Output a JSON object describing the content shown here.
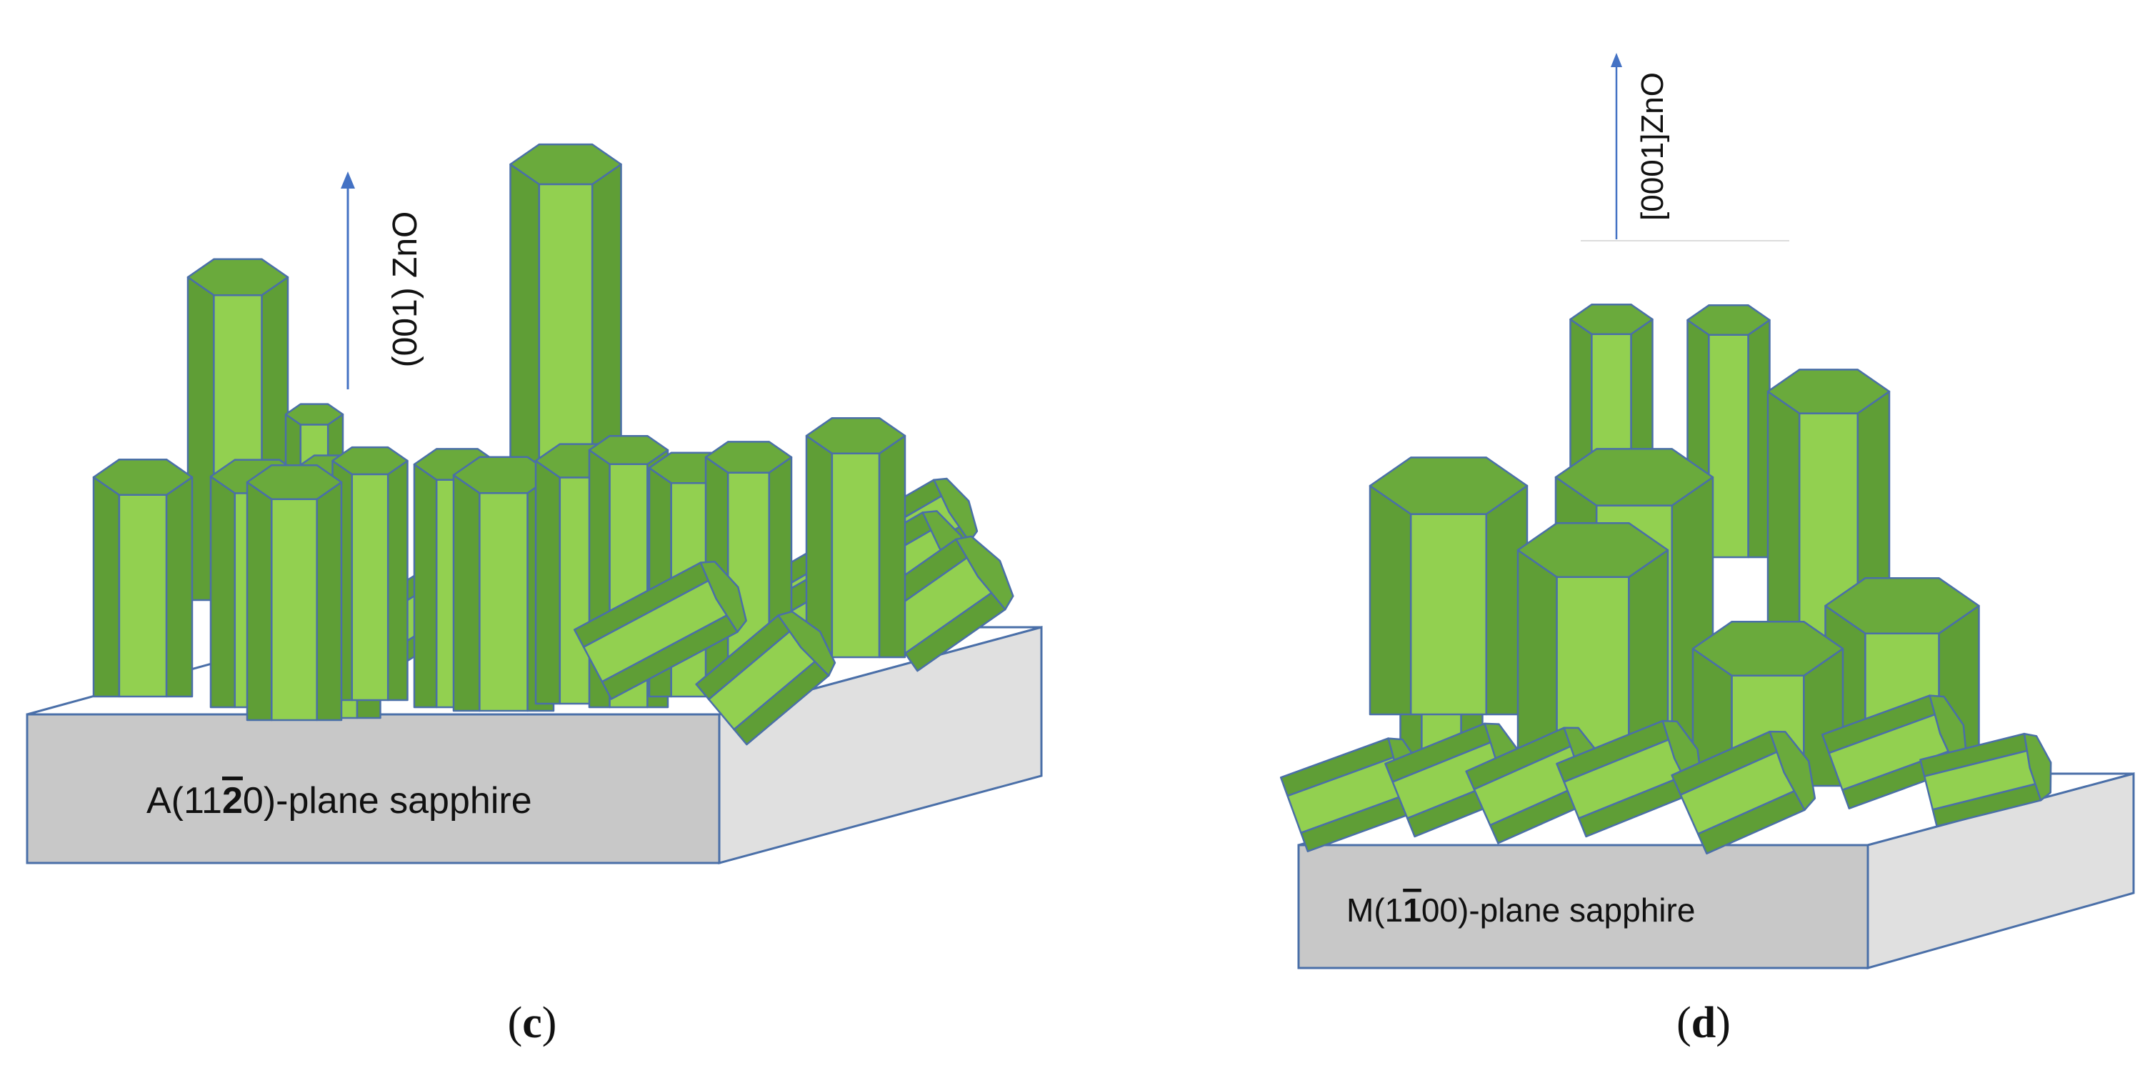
{
  "panel_c": {
    "axis_label": "(001) ZnO",
    "substrate_pre": "A(11",
    "substrate_bar": "2",
    "substrate_post": "0)-plane sapphire",
    "caption_open": "(",
    "caption_letter": "c",
    "caption_close": ")"
  },
  "panel_d": {
    "axis_label": "[0001]ZnO",
    "substrate_pre": "M(1",
    "substrate_bar": "1",
    "substrate_post": "00)-plane sapphire",
    "caption_open": "(",
    "caption_letter": "d",
    "caption_close": ")"
  },
  "colors": {
    "rod_top": "#6aaa3c",
    "rod_front": "#92d050",
    "rod_side": "#5f9e36",
    "rod_outline": "#4a6fa8",
    "substrate_front": "#c8c8c8",
    "substrate_side": "#e0e0e0",
    "substrate_top": "#ffffff",
    "arrow": "#4472c4"
  }
}
